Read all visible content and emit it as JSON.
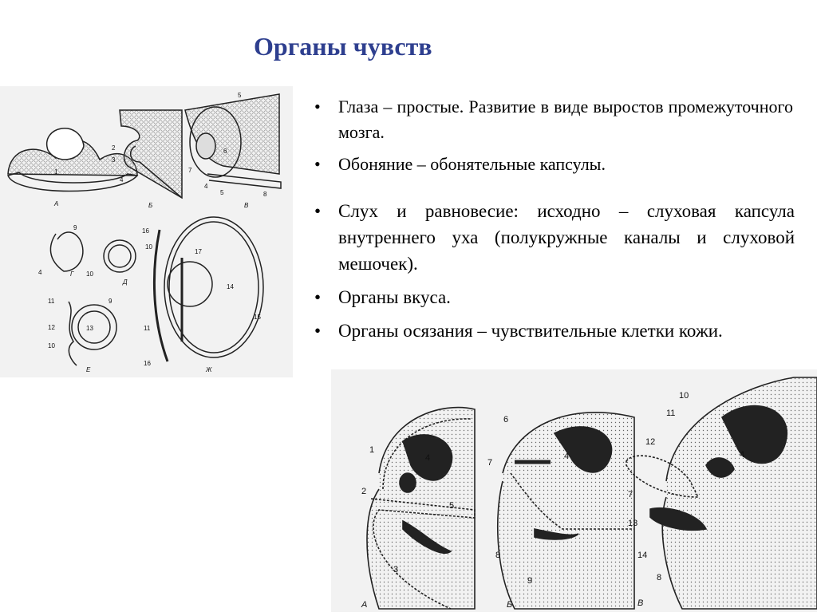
{
  "slide": {
    "title": "Органы чувств",
    "bullets_top": [
      "Глаза – простые. Развитие в виде выростов промежуточного мозга.",
      "Обоняние – обонятельные капсулы."
    ],
    "bullets_bottom": [
      "Слух и равновесие: исходно – слуховая капсула внутреннего уха (полукружные каналы и слуховой мешочек).",
      "Органы вкуса.",
      "Органы осязания – чувствительные клетки кожи."
    ],
    "bullet_symbol": "•"
  },
  "eye_figure": {
    "panel_labels": [
      "А",
      "Б",
      "В",
      "Г",
      "Д",
      "Е",
      "Ж"
    ],
    "numbers": {
      "a1": "1",
      "b2": "2",
      "b3": "3",
      "b4": "4",
      "v5top": "5",
      "v6": "6",
      "v7": "7",
      "v4": "4",
      "v5": "5",
      "v8": "8",
      "g9": "9",
      "g4": "4",
      "d10": "10",
      "e11": "11",
      "e9": "9",
      "e12": "12",
      "e13": "13",
      "e10": "10",
      "zh16top": "16",
      "zh10": "10",
      "zh17": "17",
      "zh14": "14",
      "zh11": "11",
      "zh15": "15",
      "zh16bot": "16"
    }
  },
  "ear_figure": {
    "panel_labels": [
      "А",
      "Б",
      "В"
    ],
    "numbers": {
      "a1": "1",
      "a2": "2",
      "a3": "3",
      "a4": "4",
      "a5": "5",
      "b6": "6",
      "b7": "7",
      "b4": "4",
      "b8": "8",
      "b9": "9",
      "v10": "10",
      "v11": "11",
      "v12": "12",
      "v4": "4",
      "v7": "7",
      "v13": "13",
      "v14": "14",
      "v8": "8"
    }
  }
}
